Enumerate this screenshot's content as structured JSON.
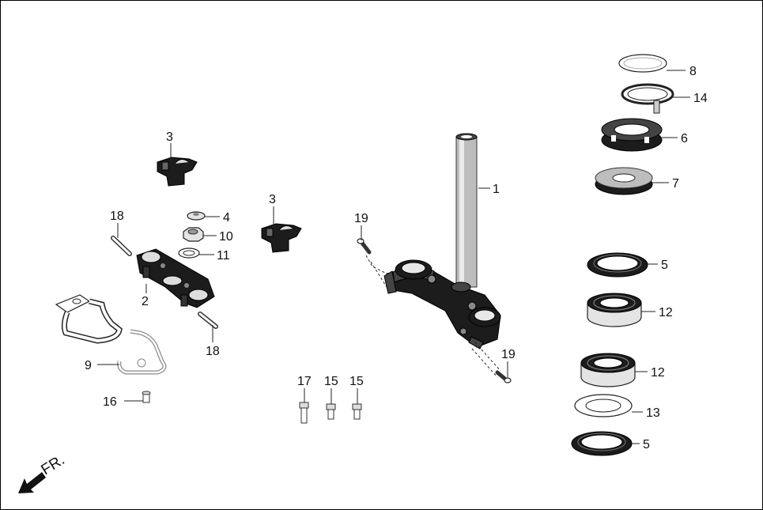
{
  "direction_label": "FR.",
  "callouts": [
    {
      "id": "c1",
      "text": "1"
    },
    {
      "id": "c2",
      "text": "2"
    },
    {
      "id": "c3a",
      "text": "3"
    },
    {
      "id": "c3b",
      "text": "3"
    },
    {
      "id": "c4",
      "text": "4"
    },
    {
      "id": "c5a",
      "text": "5"
    },
    {
      "id": "c5b",
      "text": "5"
    },
    {
      "id": "c6",
      "text": "6"
    },
    {
      "id": "c7",
      "text": "7"
    },
    {
      "id": "c8",
      "text": "8"
    },
    {
      "id": "c9",
      "text": "9"
    },
    {
      "id": "c10",
      "text": "10"
    },
    {
      "id": "c11",
      "text": "11"
    },
    {
      "id": "c12a",
      "text": "12"
    },
    {
      "id": "c12b",
      "text": "12"
    },
    {
      "id": "c13",
      "text": "13"
    },
    {
      "id": "c14",
      "text": "14"
    },
    {
      "id": "c15a",
      "text": "15"
    },
    {
      "id": "c15b",
      "text": "15"
    },
    {
      "id": "c16",
      "text": "16"
    },
    {
      "id": "c17",
      "text": "17"
    },
    {
      "id": "c18a",
      "text": "18"
    },
    {
      "id": "c18b",
      "text": "18"
    },
    {
      "id": "c19a",
      "text": "19"
    },
    {
      "id": "c19b",
      "text": "19"
    }
  ]
}
